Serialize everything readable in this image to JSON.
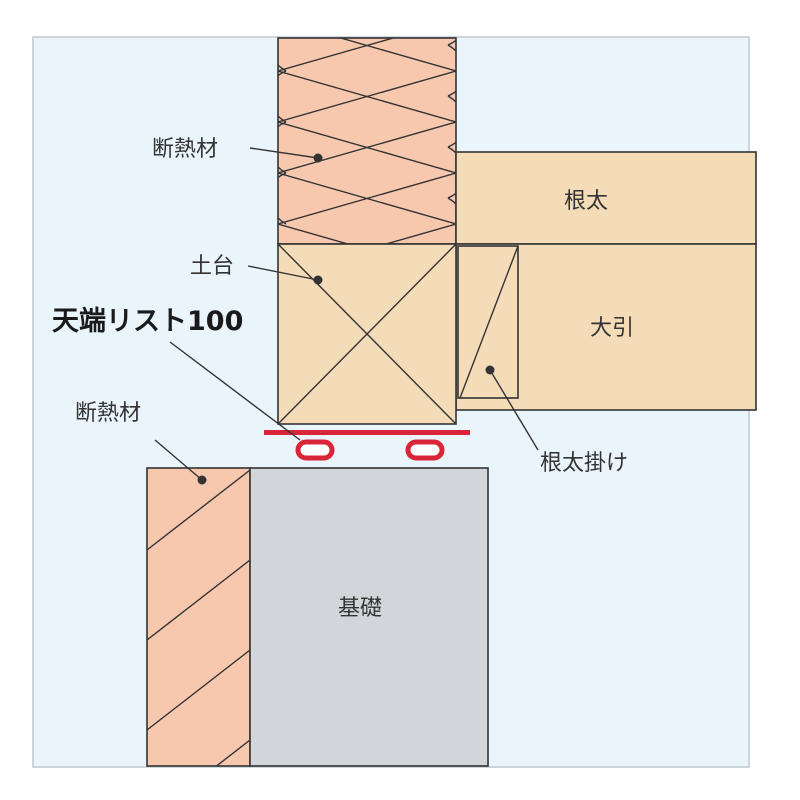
{
  "colors": {
    "background": "#e9f4fb",
    "frame": "#bfc9cf",
    "wood": "#f4dcb9",
    "insulation": "#f7c8ae",
    "concrete": "#d2d6da",
    "outline": "#333333",
    "product": "#d9253a"
  },
  "labels": {
    "insulation_wall": "断熱材",
    "joist": "根太",
    "sill": "土台",
    "product_name": "天端リスト100",
    "girder": "大引",
    "insulation_foundation": "断熱材",
    "joist_hanger": "根太掛け",
    "foundation": "基礎"
  }
}
